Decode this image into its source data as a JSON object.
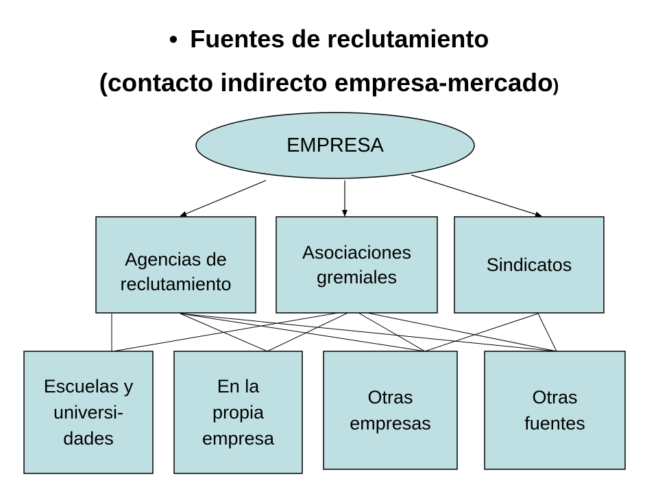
{
  "title": {
    "bullet": "•",
    "line1": "Fuentes de reclutamiento",
    "line2_open": "(",
    "line2_text": "contacto indirecto empresa-mercado",
    "line2_close": ")"
  },
  "root": {
    "label": "EMPRESA"
  },
  "middle": [
    {
      "label": "Agencias de\nreclutamiento"
    },
    {
      "label": "Asociaciones\ngremiales"
    },
    {
      "label": "Sindicatos"
    }
  ],
  "bottom": [
    {
      "label": "Escuelas y\nuniversi-\ndades"
    },
    {
      "label": "En la\npropia\nempresa"
    },
    {
      "label": "Otras\nempresas"
    },
    {
      "label": "Otras\nfuentes"
    }
  ],
  "colors": {
    "box_fill": "#bfe0e2",
    "stroke": "#000000",
    "text": "#000000"
  }
}
